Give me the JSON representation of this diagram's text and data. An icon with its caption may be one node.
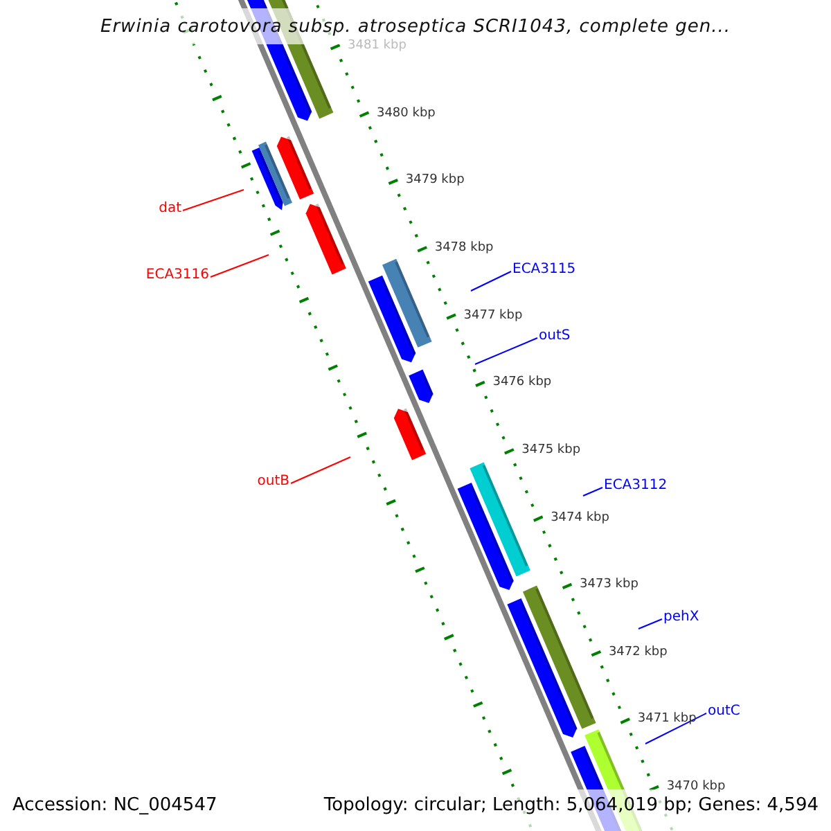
{
  "diagram": {
    "title": "Erwinia carotovora subsp. atroseptica SCRI1043, complete gen...",
    "nodes": [
      {
        "text": [
          "dat"
        ]
      },
      {
        "text": [
          "ECA3115"
        ]
      },
      {
        "text": [
          "ECA3116"
        ]
      },
      {
        "text": [
          "outS"
        ]
      },
      {
        "text": [
          "outB"
        ]
      },
      {
        "text": [
          "ECA3112"
        ]
      },
      {
        "text": [
          "pehX"
        ]
      },
      {
        "text": [
          "outC"
        ]
      }
    ],
    "edges": [
      {
        "from": 0,
        "to": null,
        "arrow": "none",
        "color": "#ff0000"
      },
      {
        "from": 1,
        "to": null,
        "arrow": "none"
      },
      {
        "from": 2,
        "to": null,
        "arrow": "none",
        "color": "#ff0000"
      },
      {
        "from": 3,
        "to": null,
        "arrow": "none"
      },
      {
        "from": 4,
        "to": null,
        "arrow": "none",
        "color": "#ff0000"
      },
      {
        "from": 5,
        "to": null,
        "arrow": "none"
      },
      {
        "from": 6,
        "to": null,
        "arrow": "none"
      },
      {
        "from": 7,
        "to": null,
        "arrow": "none"
      }
    ],
    "labels": [
      "3481 kbp",
      "3480 kbp",
      "3479 kbp",
      "3478 kbp",
      "3477 kbp",
      "3476 kbp",
      "3475 kbp",
      "3474 kbp",
      "3473 kbp",
      "3472 kbp",
      "3471 kbp",
      "3470 kbp",
      "Accession: NC_004547",
      "Topology: circular; Length: 5,064,019 bp; Genes: 4,594"
    ]
  }
}
